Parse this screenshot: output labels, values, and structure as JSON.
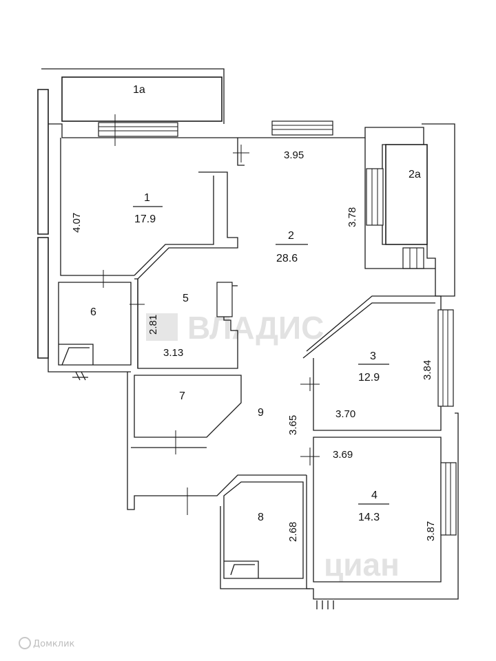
{
  "rooms": {
    "r1a": {
      "label": "1a"
    },
    "r2a": {
      "label": "2a"
    },
    "r1": {
      "label": "1",
      "area": "17.9",
      "dim": "4.07"
    },
    "r2": {
      "label": "2",
      "area": "28.6",
      "dim_top": "3.95",
      "dim_right": "3.78"
    },
    "r3": {
      "label": "3",
      "area": "12.9",
      "dim_side": "3.84",
      "dim_bottom": "3.70"
    },
    "r4": {
      "label": "4",
      "area": "14.3",
      "dim_top": "3.69",
      "dim_side": "3.87"
    },
    "r5": {
      "label": "5",
      "dim_side": "2.81",
      "dim_bottom": "3.13"
    },
    "r6": {
      "label": "6"
    },
    "r7": {
      "label": "7"
    },
    "r8": {
      "label": "8",
      "dim_side": "2.68"
    },
    "r9": {
      "label": "9",
      "dim_side": "3.65"
    }
  },
  "watermarks": {
    "vladis": "ВЛАДИС",
    "cian": "циан",
    "domclick": "Домклик"
  },
  "colors": {
    "line": "#1a1a1a",
    "watermark": "#e2e2e2"
  }
}
